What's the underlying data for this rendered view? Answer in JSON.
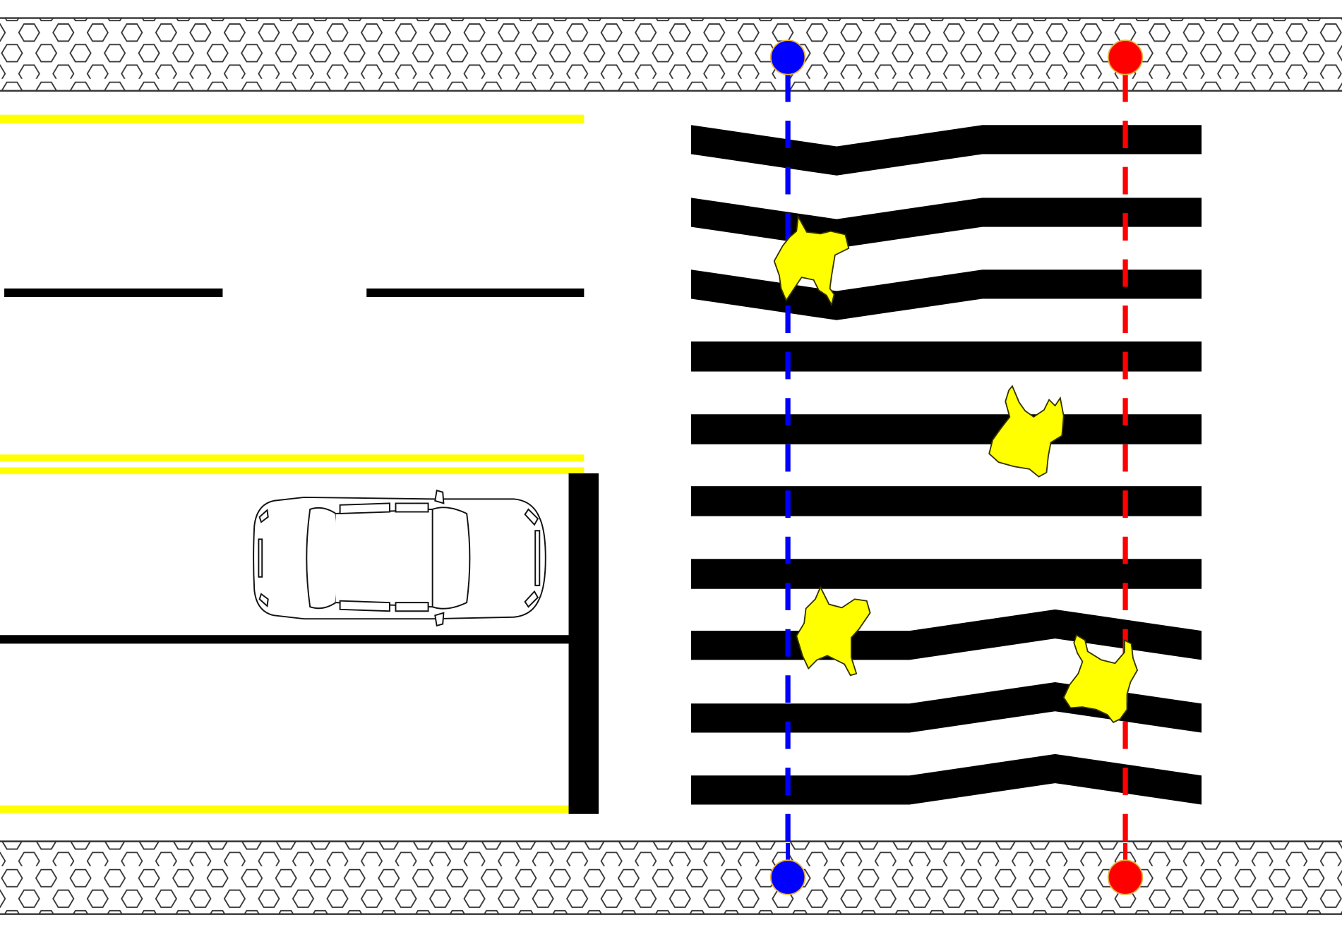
{
  "colors": {
    "background": "#ffffff",
    "road_marking": "#000000",
    "edge_line": "#ffff00",
    "stain_fill": "#ffff00",
    "stain_outline": "#333300",
    "blue_marker": "#0000ff",
    "red_marker": "#ff0000",
    "sidewalk_pattern": "#333333"
  },
  "scene": {
    "sidewalk_pattern": "hexagon-paving",
    "vehicle": "sedan-top-view",
    "crosswalk_stripes": 10,
    "distorted_stripes": [
      "top-three",
      "bottom-three"
    ],
    "stains": 4,
    "reference_lines": [
      "blue-dashed",
      "red-dashed"
    ]
  }
}
